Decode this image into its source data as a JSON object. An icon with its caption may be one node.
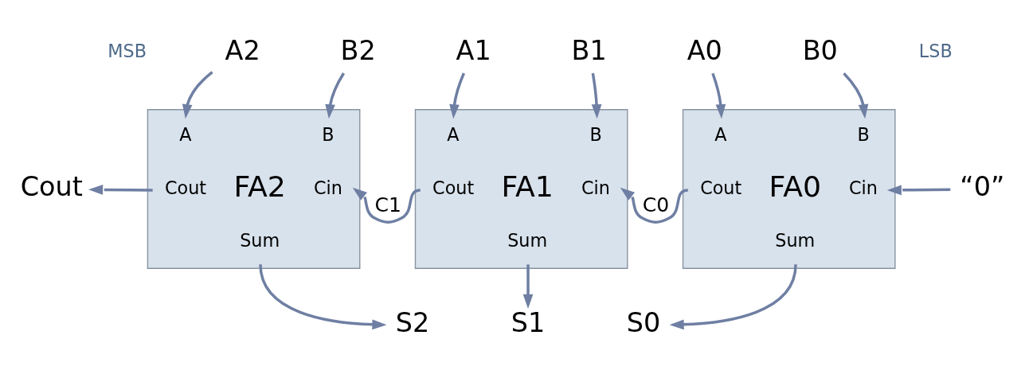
{
  "diagram": {
    "nodes": [
      {
        "text": [
          "A2"
        ]
      },
      {
        "text": [
          "B2"
        ]
      },
      {
        "text": [
          "A1"
        ]
      },
      {
        "text": [
          "B1"
        ]
      },
      {
        "text": [
          "A0"
        ]
      },
      {
        "text": [
          "B0"
        ]
      },
      {
        "text": [
          "A",
          "B",
          "Cout",
          "FA2",
          "Cin",
          "Sum"
        ]
      },
      {
        "text": [
          "A",
          "B",
          "Cout",
          "FA1",
          "Cin",
          "Sum"
        ]
      },
      {
        "text": [
          "A",
          "B",
          "Cout",
          "FA0",
          "Cin",
          "Sum"
        ]
      },
      {
        "text": [
          "Cout"
        ]
      },
      {
        "text": [
          "“0”"
        ]
      },
      {
        "text": [
          "S2"
        ]
      },
      {
        "text": [
          "S1"
        ]
      },
      {
        "text": [
          "S0"
        ]
      }
    ],
    "edges": [
      {
        "from": 0,
        "to": 6,
        "arrow": "to"
      },
      {
        "from": 1,
        "to": 6,
        "arrow": "to"
      },
      {
        "from": 2,
        "to": 7,
        "arrow": "to"
      },
      {
        "from": 3,
        "to": 7,
        "arrow": "to"
      },
      {
        "from": 4,
        "to": 8,
        "arrow": "to"
      },
      {
        "from": 5,
        "to": 8,
        "arrow": "to"
      },
      {
        "from": 6,
        "to": 9,
        "arrow": "to"
      },
      {
        "from": 7,
        "to": 6,
        "label": "C1",
        "arrow": "to"
      },
      {
        "from": 8,
        "to": 7,
        "label": "C0",
        "arrow": "to"
      },
      {
        "from": 10,
        "to": 8,
        "arrow": "to"
      },
      {
        "from": 6,
        "to": 11,
        "arrow": "to"
      },
      {
        "from": 7,
        "to": 12,
        "arrow": "to"
      },
      {
        "from": 8,
        "to": 13,
        "arrow": "to"
      }
    ],
    "labels": [
      "MSB",
      "LSB"
    ]
  }
}
